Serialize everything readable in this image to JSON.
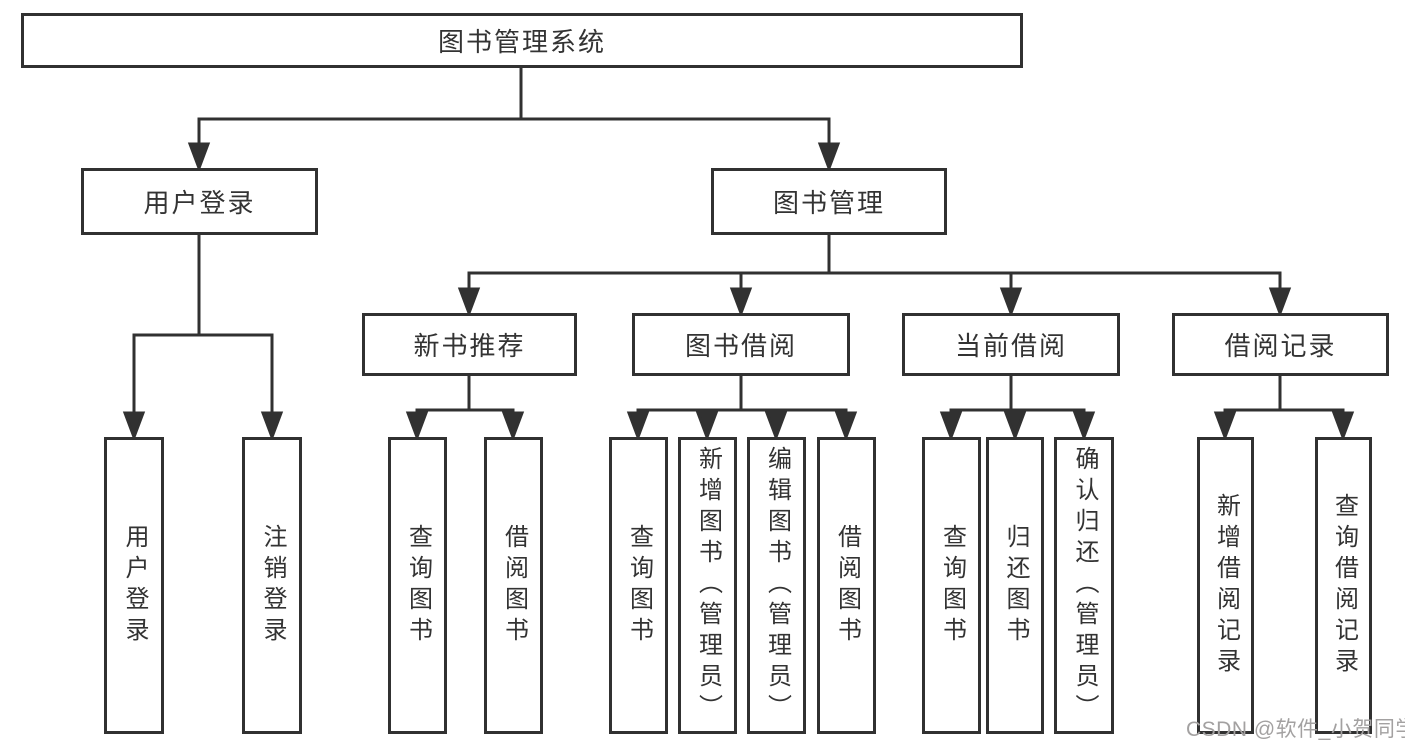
{
  "tree": {
    "root": {
      "label": "图书管理系统"
    },
    "children": [
      {
        "label": "用户登录",
        "children": [
          {
            "label": "用户登录"
          },
          {
            "label": "注销登录"
          }
        ]
      },
      {
        "label": "图书管理",
        "children": [
          {
            "label": "新书推荐",
            "children": [
              {
                "label": "查询图书"
              },
              {
                "label": "借阅图书"
              }
            ]
          },
          {
            "label": "图书借阅",
            "children": [
              {
                "label": "查询图书"
              },
              {
                "label": "新增图书（管理员）"
              },
              {
                "label": "编辑图书（管理员）"
              },
              {
                "label": "借阅图书"
              }
            ]
          },
          {
            "label": "当前借阅",
            "children": [
              {
                "label": "查询图书"
              },
              {
                "label": "归还图书"
              },
              {
                "label": "确认归还（管理员）"
              }
            ]
          },
          {
            "label": "借阅记录",
            "children": [
              {
                "label": "新增借阅记录"
              },
              {
                "label": "查询借阅记录"
              }
            ]
          }
        ]
      }
    ]
  },
  "watermark": {
    "text": "CSDN @软件_小贺同学"
  },
  "colors": {
    "line": "#313131",
    "box_border": "#313131",
    "box_background": "#ffffff",
    "text": "#333333",
    "watermark": "#a3a1a1",
    "background": "#ffffff"
  }
}
